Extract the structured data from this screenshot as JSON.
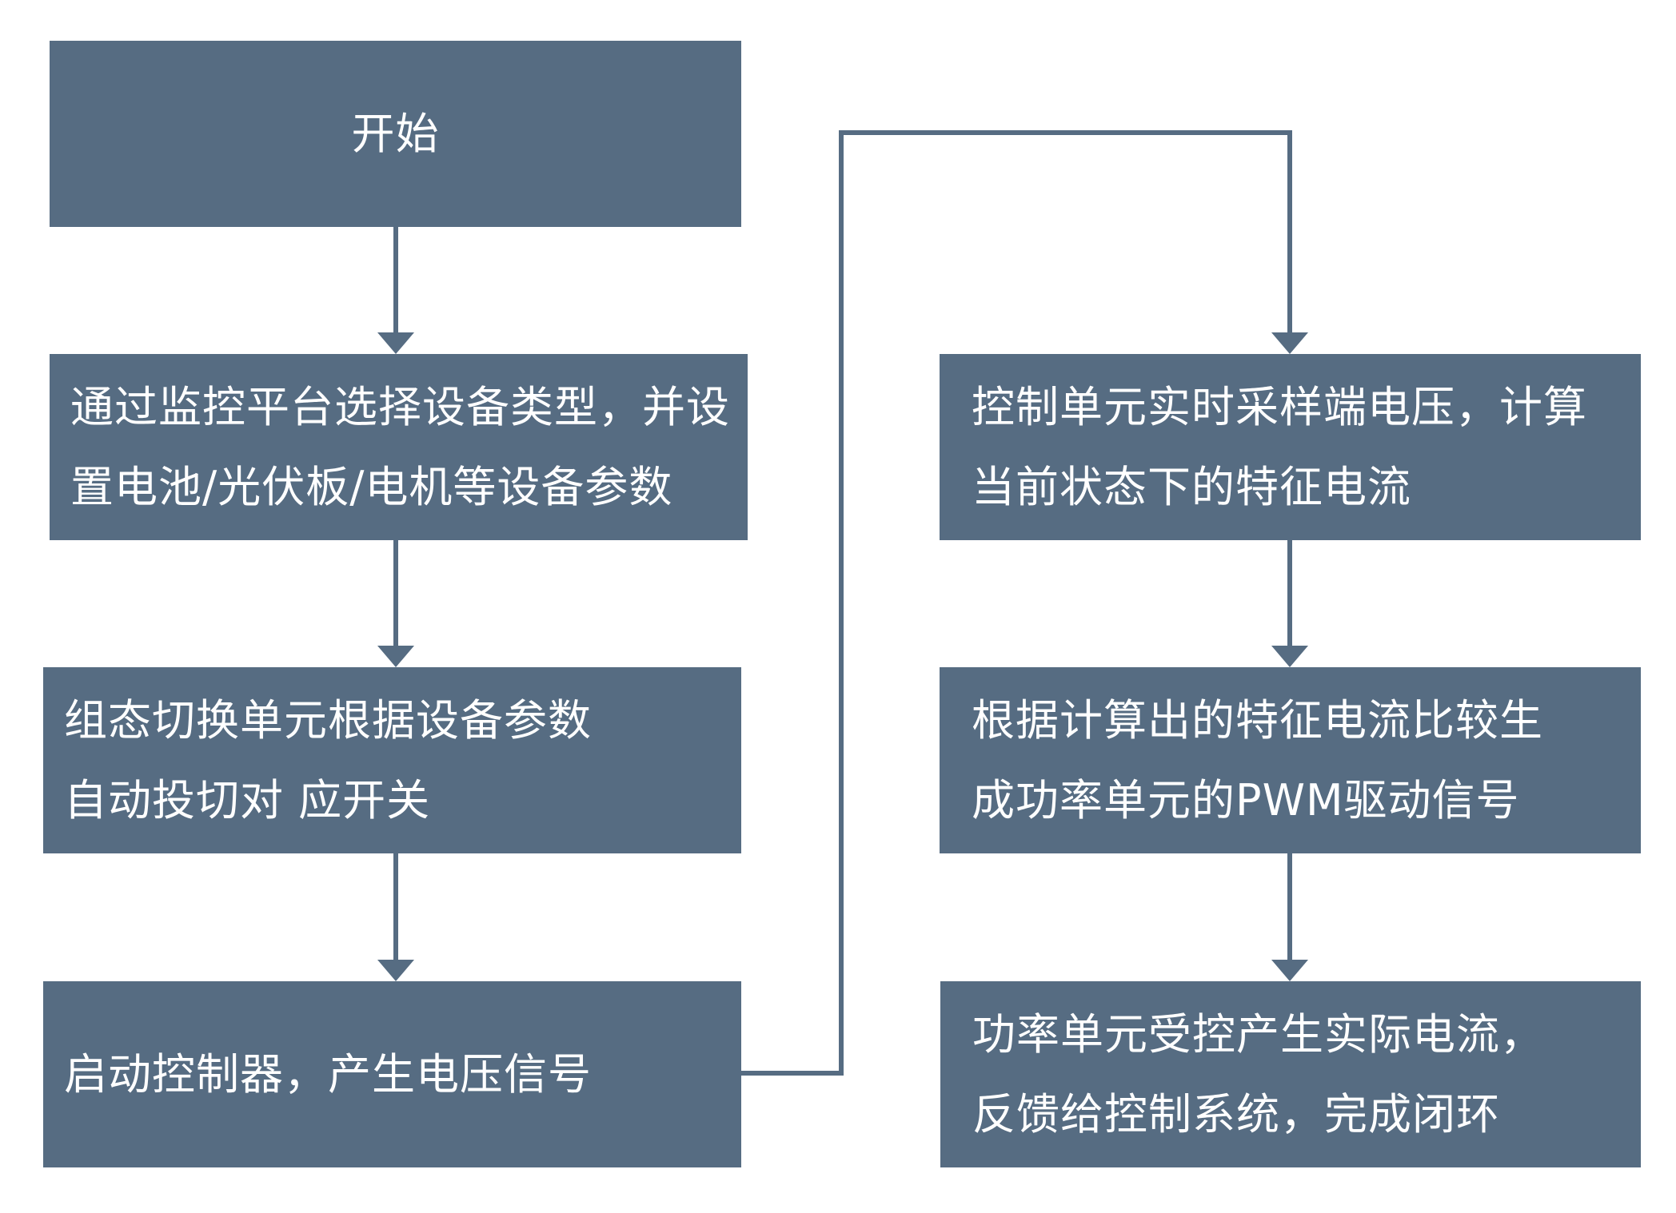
{
  "colors": {
    "box_fill": "#566c82",
    "box_text": "#ffffff",
    "connector": "#566c82",
    "background": "#ffffff"
  },
  "steps": {
    "start": "开始",
    "select_device": "通过监控平台选择设备类型，并设\n置电池/光伏板/电机等设备参数",
    "switch_unit": "组态切换单元根据设备参数\n自动投切对 应开关",
    "start_controller": "启动控制器，产生电压信号",
    "sample_voltage": "控制单元实时采样端电压，计算\n当前状态下的特征电流",
    "generate_pwm": "根据计算出的特征电流比较生\n成功率单元的PWM驱动信号",
    "power_unit": "功率单元受控产生实际电流，\n反馈给控制系统，完成闭环"
  }
}
